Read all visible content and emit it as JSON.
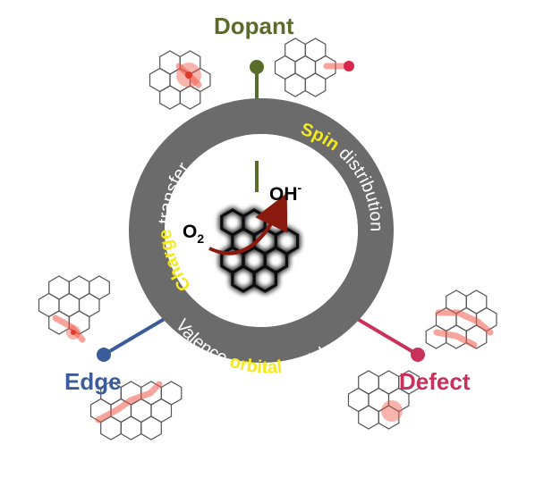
{
  "labels": {
    "dopant": "Dopant",
    "edge": "Edge",
    "defect": "Defect"
  },
  "ring": {
    "charge_transfer": [
      "Charge",
      " transfer"
    ],
    "spin_distribution": [
      "Spin",
      " distribution"
    ],
    "valence_orbital_match": [
      "Valence ",
      "orbital",
      " match"
    ]
  },
  "reaction": {
    "reactant": "O",
    "reactant_sub": "2",
    "product": "OH",
    "product_sup": "-"
  },
  "colors": {
    "dopant": "#5a6b2a",
    "edge": "#3b5c9a",
    "defect": "#c8315a",
    "ring": "#6b6b6b",
    "highlight_text": "#f4ea1c",
    "arrow": "#8b1a0e",
    "molecule_glow": "#9be06a",
    "hotspot": "#f05a4a"
  }
}
